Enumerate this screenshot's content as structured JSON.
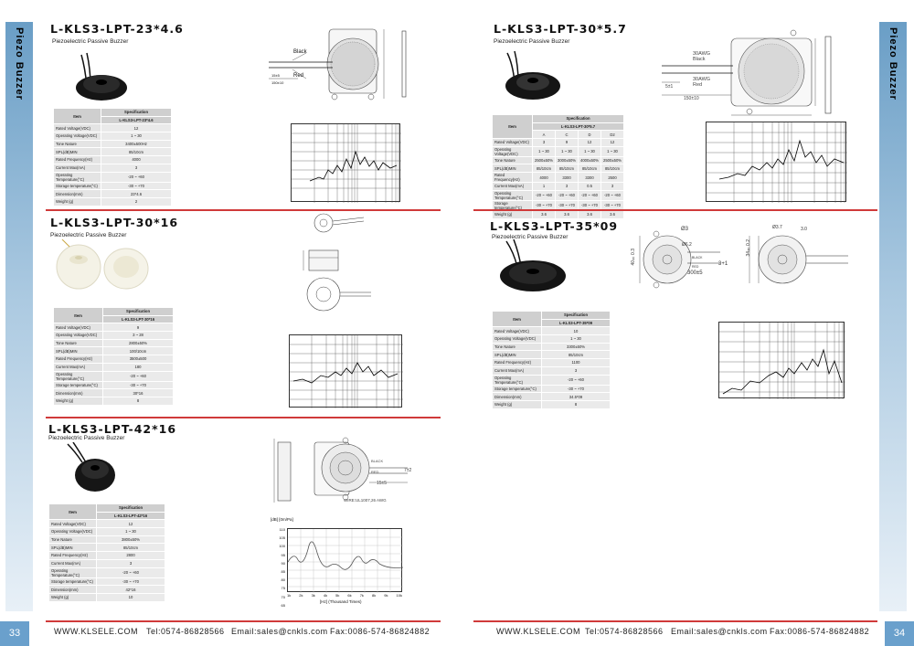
{
  "side_label": "Piezo Buzzer",
  "footer": {
    "website": "WWW.KLSELE.COM",
    "tel": "Tel:0574-86828566",
    "email": "Email:sales@cnkls.com",
    "fax": "Fax:0086-574-86824882"
  },
  "pages": {
    "left": "33",
    "right": "34"
  },
  "products": [
    {
      "title": "L-KLS3-LPT-23*4.6",
      "subtitle": "Piezoelectric Passive Buzzer",
      "spec_header": "Specification",
      "item_label": "Item",
      "model": "L-KLS3-LPT-23*4.6",
      "rows": [
        [
          "Rated Voltage(VDC)",
          "12"
        ],
        [
          "Operating Voltage(VDC)",
          "1 ~ 30"
        ],
        [
          "Tone Nature",
          "3400±500Hz"
        ],
        [
          "SPL(dB)MIN",
          "85/10cm"
        ],
        [
          "Rated Frequency(Hz)",
          "4000"
        ],
        [
          "Current Max(mA)",
          "3"
        ],
        [
          "Operating Temperature(°C)",
          "-20 ~ +60"
        ],
        [
          "Storage temperature(°C)",
          "-30 ~ +70"
        ],
        [
          "Dimension(mm)",
          "23*4.6"
        ],
        [
          "Weight (g)",
          "2"
        ]
      ],
      "drawing_labels": [
        "Black",
        "Red",
        "15±5",
        "150±10"
      ]
    },
    {
      "title": "L-KLS3-LPT-30*5.7",
      "subtitle": "Piezoelectric Passive Buzzer",
      "spec_header": "Specification",
      "item_label": "Item",
      "model": "L-KLS3-LPT-30*5.7",
      "columns": [
        "A",
        "C",
        "D",
        "D2"
      ],
      "rows": [
        [
          "Rated Voltage(VDC)",
          "3",
          "9",
          "12",
          "12"
        ],
        [
          "Operating Voltage(VDC)",
          "1 ~ 30",
          "1 ~ 30",
          "1 ~ 30",
          "1 ~ 30"
        ],
        [
          "Tone Nature",
          "2500±50%",
          "3000±50%",
          "4000±50%",
          "2500±50%"
        ],
        [
          "SPL(dB)MIN",
          "85/10cm",
          "85/10cm",
          "85/10cm",
          "85/10cm"
        ],
        [
          "Rated Frequency(Hz)",
          "4000",
          "3300",
          "3300",
          "2500"
        ],
        [
          "Current Max(mA)",
          "1",
          "3",
          "0.5",
          "3"
        ],
        [
          "Operating Temperature(°C)",
          "-20 ~ +60",
          "-20 ~ +60",
          "-20 ~ +60",
          "-20 ~ +60"
        ],
        [
          "Storage temperature(°C)",
          "-30 ~ +70",
          "-30 ~ +70",
          "-30 ~ +70",
          "-30 ~ +70"
        ],
        [
          "Weight (g)",
          "3.6",
          "3.6",
          "3.6",
          "3.6"
        ]
      ],
      "drawing_labels": [
        "30AWG Black",
        "30AWG Red",
        "5±1",
        "150±10"
      ]
    },
    {
      "title": "L-KLS3-LPT-30*16",
      "subtitle": "Piezoelectric Passive Buzzer",
      "spec_header": "Specification",
      "item_label": "Item",
      "model": "L-KLS3-LPT-30*16",
      "rows": [
        [
          "Rated Voltage(VDC)",
          "9"
        ],
        [
          "Operating Voltage(VDC)",
          "3 ~ 28"
        ],
        [
          "Tone Nature",
          "2800±50%"
        ],
        [
          "SPL(dB)MIN",
          "100/10cm"
        ],
        [
          "Rated Frequency(Hz)",
          "3500±500"
        ],
        [
          "Current Max(mA)",
          "180"
        ],
        [
          "Operating Temperature(°C)",
          "-20 ~ +60"
        ],
        [
          "Storage temperature(°C)",
          "-30 ~ +70"
        ],
        [
          "Dimension(mm)",
          "30*16"
        ],
        [
          "Weight (g)",
          "8"
        ]
      ]
    },
    {
      "title": "L-KLS3-LPT-35*09",
      "subtitle": "Piezoelectric Passive Buzzer",
      "spec_header": "Specification",
      "item_label": "Item",
      "model": "L-KLS3-LPT-35*09",
      "rows": [
        [
          "Rated Voltage(VDC)",
          "10"
        ],
        [
          "Operating Voltage(VDC)",
          "1 ~ 30"
        ],
        [
          "Tone Nature",
          "3300±50%"
        ],
        [
          "SPL(dB)MIN",
          "85/10cm"
        ],
        [
          "Rated Frequency(Hz)",
          "1100"
        ],
        [
          "Current Max(mA)",
          "3"
        ],
        [
          "Operating Temperature(°C)",
          "-20 ~ +60"
        ],
        [
          "Storage temperature(°C)",
          "-30 ~ +70"
        ],
        [
          "Dimension(mm)",
          "34.5*09"
        ],
        [
          "Weight (g)",
          "8"
        ]
      ],
      "drawing_labels": [
        "Ø3",
        "Ø6.2",
        "300±5",
        "3+1",
        "40±0.3",
        "34±0.2",
        "BLACK",
        "RED",
        "Ø3.7",
        "3.0"
      ]
    },
    {
      "title": "L-KLS3-LPT-42*16",
      "subtitle": "Piezoelectric Passive Buzzer",
      "spec_header": "Specification",
      "item_label": "Item",
      "model": "L-KLS3-LPT-42*16",
      "rows": [
        [
          "Rated Voltage(VDC)",
          "12"
        ],
        [
          "Operating Voltage(VDC)",
          "1 ~ 30"
        ],
        [
          "Tone Nature",
          "3800±50%"
        ],
        [
          "SPL(dB)MIN",
          "85/10cm"
        ],
        [
          "Rated Frequency(Hz)",
          "2800"
        ],
        [
          "Current Max(mA)",
          "3"
        ],
        [
          "Operating Temperature(°C)",
          "-20 ~ +60"
        ],
        [
          "Storage temperature(°C)",
          "-30 ~ +70"
        ],
        [
          "Dimension(mm)",
          "42*16"
        ],
        [
          "Weight (g)",
          "10"
        ]
      ],
      "drawing_labels": [
        "BLACK",
        "RED",
        "7±2",
        "15±5",
        "WIRE:UL1007,26 AWG"
      ],
      "chart": {
        "ylabel": "[dB] [0m/Pa]",
        "xlabel": "[Hz] (Thousand Times)",
        "yticks": [
          "110",
          "105",
          "100",
          "95",
          "90",
          "85",
          "80",
          "75",
          "70",
          "65"
        ],
        "xticks": [
          "1k",
          "2k",
          "3k",
          "4k",
          "5k",
          "6k",
          "7k",
          "8k",
          "9k",
          "10k"
        ]
      }
    }
  ],
  "colors": {
    "accent": "#d03a3a",
    "tab": "#6aa0cc"
  }
}
